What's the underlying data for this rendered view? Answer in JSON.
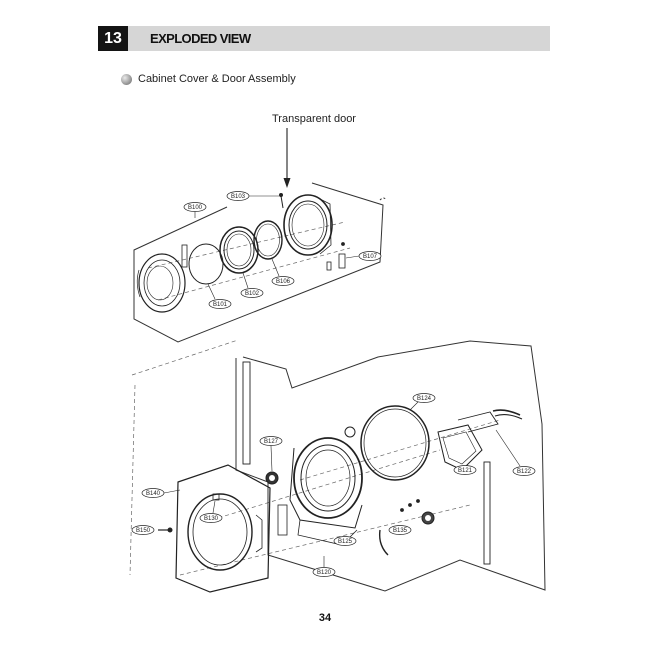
{
  "header": {
    "section_number": "13",
    "section_title": "EXPLODED VIEW"
  },
  "subtitle": {
    "bullet_icon": "grey-sphere-bullet-icon",
    "text": "Cabinet Cover & Door Assembly"
  },
  "diagram": {
    "callout": "Transparent door",
    "door_parts": {
      "b100": "B100",
      "b103": "B103",
      "b101": "B101",
      "b102": "B102",
      "b106": "B106",
      "b107": "B107"
    },
    "cabinet_parts": {
      "b127": "B127",
      "b124": "B124",
      "b121": "B121",
      "b122": "B122",
      "b140": "B140",
      "b130": "B130",
      "b150": "B150",
      "b125": "B125",
      "b135": "B135",
      "b120": "B120"
    }
  },
  "footer": {
    "page_number": "34"
  }
}
